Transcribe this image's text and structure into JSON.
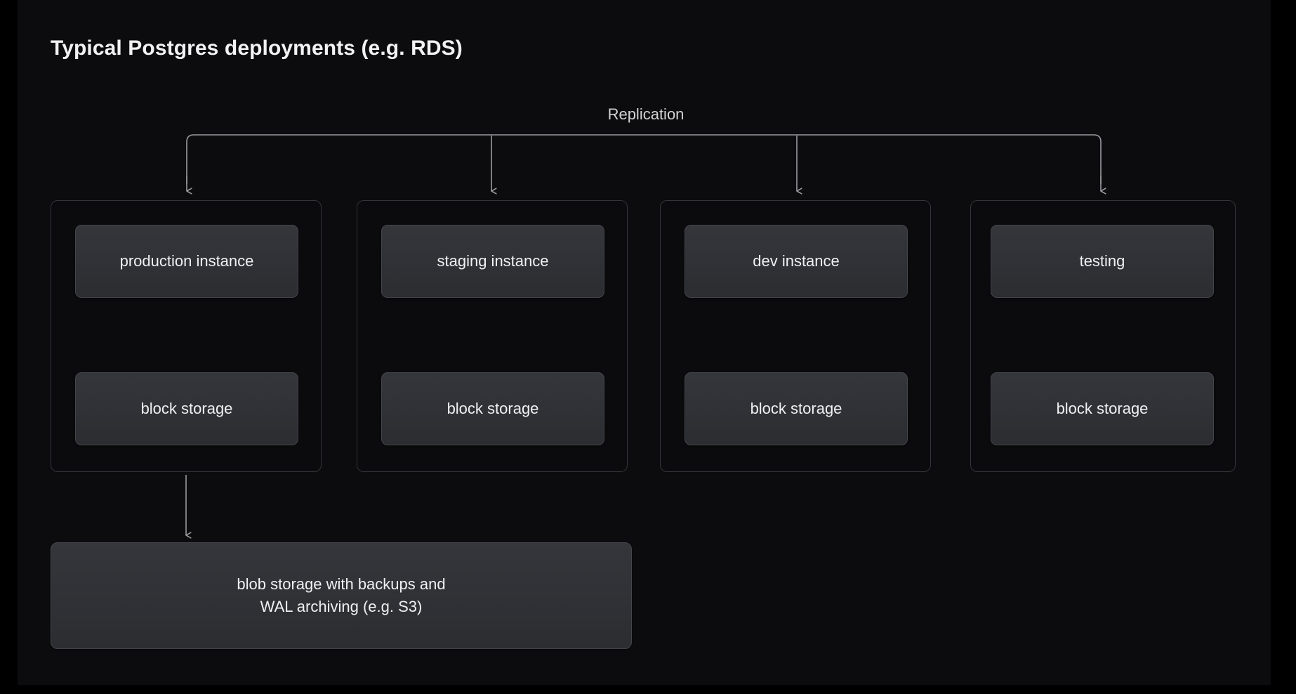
{
  "diagram": {
    "title": "Typical Postgres deployments (e.g. RDS)",
    "replication_label": "Replication",
    "colors": {
      "page_background": "#000000",
      "panel_background": "#0c0c0e",
      "group_border": "#34343a",
      "node_fill_top": "#34363b",
      "node_fill_bottom": "#2b2d31",
      "node_border": "#45464c",
      "connector": "#9a9a9e",
      "title_text": "#f2f2f4",
      "node_text": "#f0f0f2",
      "label_text": "#d2d2d4"
    },
    "groups": [
      {
        "instance_label": "production instance",
        "storage_label": "block storage"
      },
      {
        "instance_label": "staging instance",
        "storage_label": "block storage"
      },
      {
        "instance_label": "dev instance",
        "storage_label": "block storage"
      },
      {
        "instance_label": "testing",
        "storage_label": "block storage"
      }
    ],
    "blob_storage": {
      "label": "blob storage with backups and\nWAL archiving (e.g. S3)"
    }
  }
}
